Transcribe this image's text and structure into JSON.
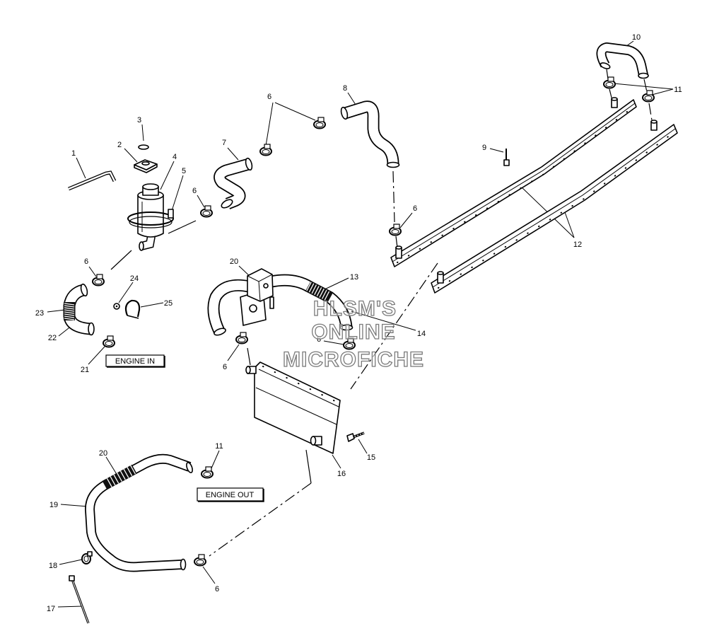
{
  "diagram": {
    "callouts": [
      "1",
      "2",
      "3",
      "4",
      "5",
      "6",
      "6",
      "7",
      "8",
      "9",
      "10",
      "11",
      "12",
      "6",
      "6",
      "24",
      "25",
      "23",
      "22",
      "21",
      "20",
      "13",
      "14",
      "6",
      "6",
      "16",
      "15",
      "11",
      "20",
      "19",
      "18",
      "17",
      "6"
    ],
    "labels": {
      "engine_in": "ENGINE IN",
      "engine_out": "ENGINE OUT"
    },
    "watermark": [
      "HLSM'S",
      "ONLINE",
      "MICROFICHE"
    ]
  }
}
